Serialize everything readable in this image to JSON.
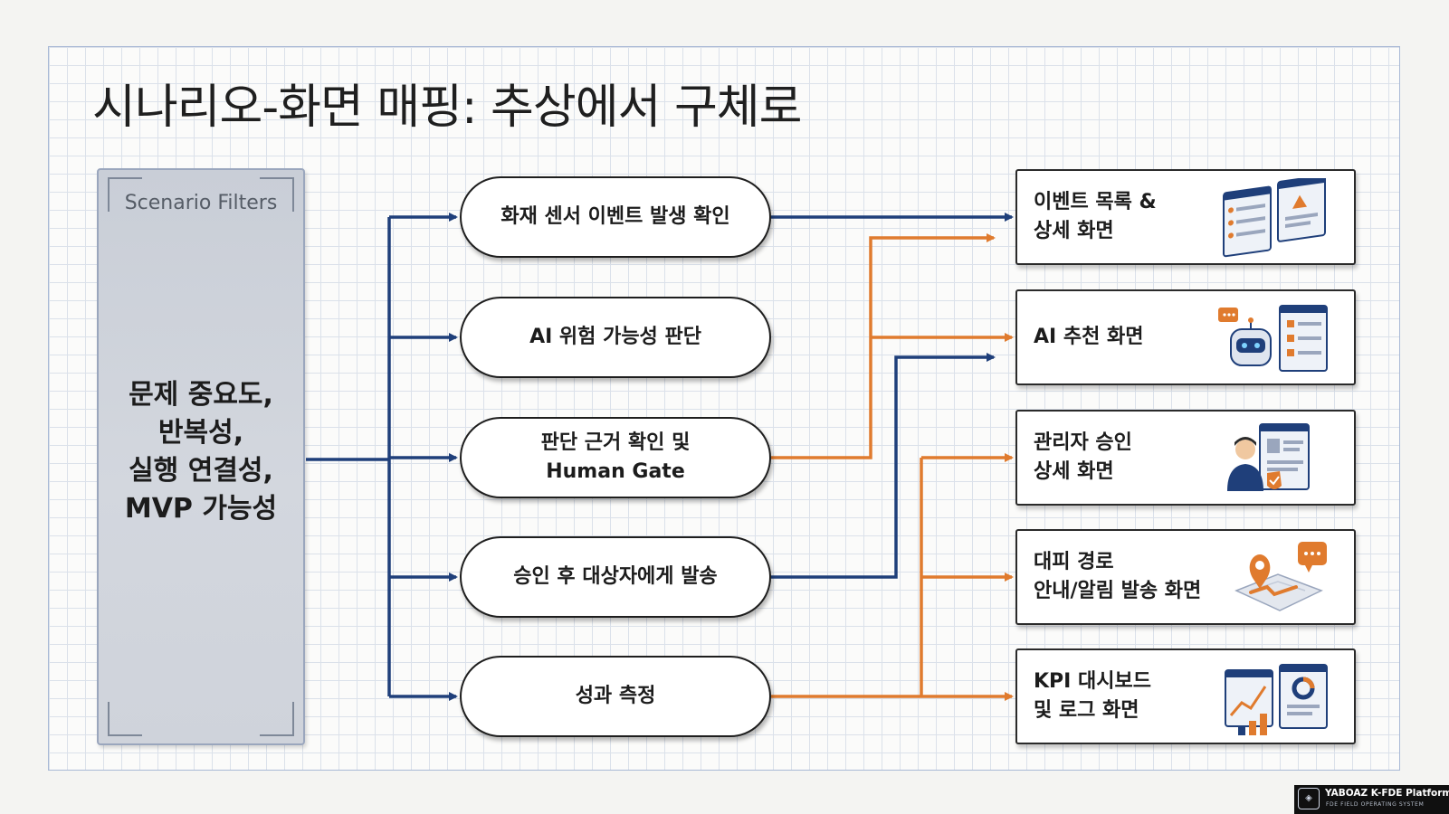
{
  "title": "시나리오-화면 매핑: 추상에서 구체로",
  "filter": {
    "label": "Scenario Filters",
    "criteria": "문제 중요도,\n반복성,\n실행 연결성,\nMVP 가능성"
  },
  "steps": [
    {
      "label": "화재 센서 이벤트 발생 확인"
    },
    {
      "label": "AI 위험 가능성 판단"
    },
    {
      "label": "판단 근거 확인 및\nHuman Gate"
    },
    {
      "label": "승인 후 대상자에게 발송"
    },
    {
      "label": "성과 측정"
    }
  ],
  "screens": [
    {
      "label": "이벤트 목록 &\n상세 화면",
      "icon": "event-list-screen-icon"
    },
    {
      "label": "AI 추천 화면",
      "icon": "ai-robot-recommendation-icon"
    },
    {
      "label": "관리자 승인\n상세 화면",
      "icon": "admin-approval-icon"
    },
    {
      "label": "대피 경로\n안내/알림 발송 화면",
      "icon": "evacuation-map-icon"
    },
    {
      "label": "KPI 대시보드\n및 로그 화면",
      "icon": "kpi-dashboard-icon"
    }
  ],
  "colors": {
    "navy": "#1f3f7a",
    "orange": "#e07b2e"
  },
  "badge": {
    "main": "YABOAZ K-FDE Platform",
    "sub": "FDE FIELD OPERATING SYSTEM"
  }
}
